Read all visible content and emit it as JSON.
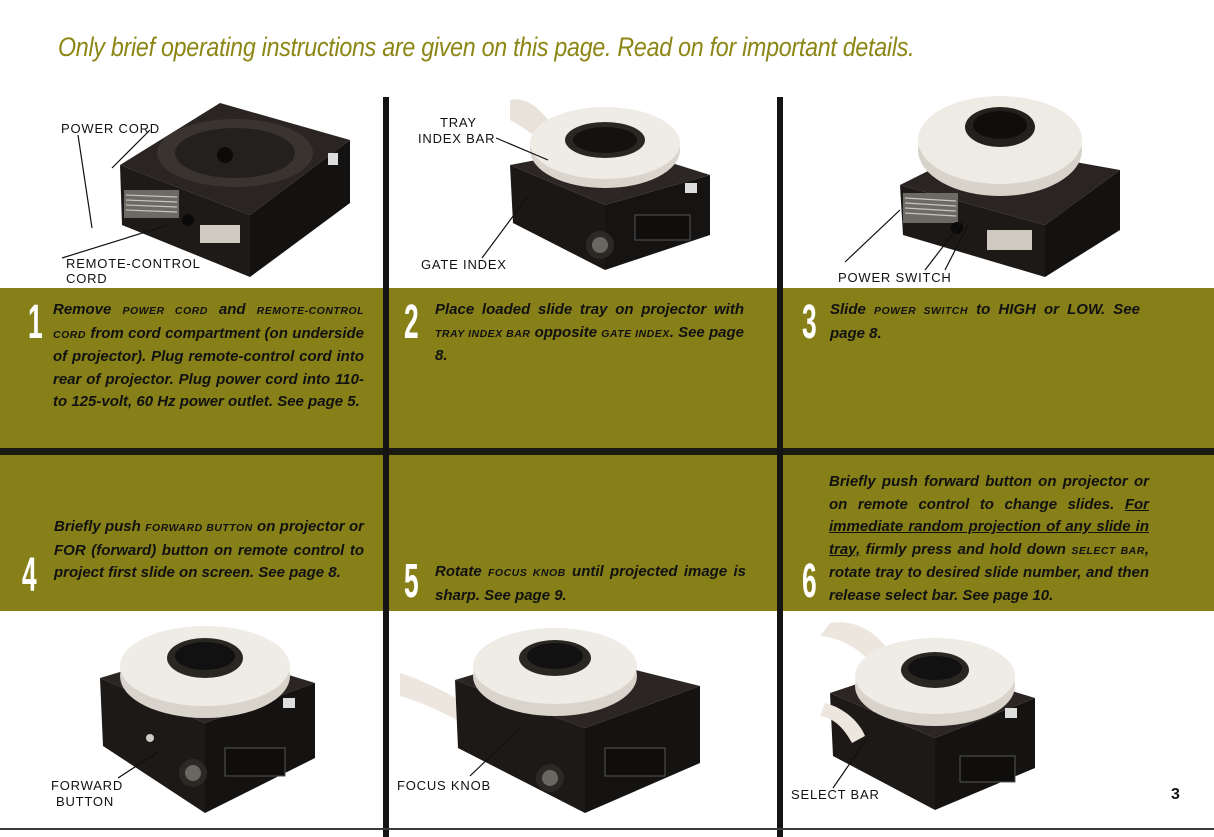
{
  "headline": "Only brief operating instructions are given on this page. Read on for important details.",
  "page_number": "3",
  "steps": [
    {
      "number": "1",
      "segments": [
        {
          "t": "Remove ",
          "s": "n"
        },
        {
          "t": "POWER CORD",
          "s": "sc"
        },
        {
          "t": " and ",
          "s": "n"
        },
        {
          "t": "REMOTE-CONTROL CORD",
          "s": "sc"
        },
        {
          "t": " from cord compartment (on underside of projector). Plug remote-control cord into rear of projector. Plug power cord into 110- to 125-volt, 60 Hz power outlet. See page 5.",
          "s": "n"
        }
      ]
    },
    {
      "number": "2",
      "segments": [
        {
          "t": "Place loaded slide tray on projector with ",
          "s": "n"
        },
        {
          "t": "TRAY INDEX BAR",
          "s": "sc"
        },
        {
          "t": " opposite ",
          "s": "n"
        },
        {
          "t": "GATE INDEX",
          "s": "sc"
        },
        {
          "t": ". See page 8.",
          "s": "n"
        }
      ]
    },
    {
      "number": "3",
      "segments": [
        {
          "t": "Slide ",
          "s": "n"
        },
        {
          "t": "POWER SWITCH",
          "s": "sc"
        },
        {
          "t": " to HIGH or LOW. See page 8.",
          "s": "n"
        }
      ]
    },
    {
      "number": "4",
      "segments": [
        {
          "t": "Briefly push ",
          "s": "n"
        },
        {
          "t": "FORWARD BUTTON",
          "s": "sc"
        },
        {
          "t": " on projector or FOR (forward) button on remote control to project first slide on screen. See page 8.",
          "s": "n"
        }
      ]
    },
    {
      "number": "5",
      "segments": [
        {
          "t": "Rotate ",
          "s": "n"
        },
        {
          "t": "FOCUS KNOB",
          "s": "sc"
        },
        {
          "t": " until projected image is sharp. See page 9.",
          "s": "n"
        }
      ]
    },
    {
      "number": "6",
      "segments": [
        {
          "t": "Briefly push forward button on projector or on remote control to change slides. ",
          "s": "n"
        },
        {
          "t": "For immediate random projection of any slide in tray,",
          "s": "u"
        },
        {
          "t": " firmly press and hold down ",
          "s": "n"
        },
        {
          "t": "SELECT BAR",
          "s": "sc"
        },
        {
          "t": ", rotate tray to desired slide number, and then release select bar. See page 10.",
          "s": "n"
        }
      ]
    }
  ],
  "labels": {
    "power_cord": "POWER CORD",
    "remote_control_cord_1": "REMOTE-CONTROL",
    "remote_control_cord_2": "CORD",
    "tray_index_bar_1": "TRAY",
    "tray_index_bar_2": "INDEX BAR",
    "gate_index": "GATE INDEX",
    "power_switch": "POWER SWITCH",
    "forward_button_1": "FORWARD",
    "forward_button_2": "BUTTON",
    "focus_knob": "FOCUS KNOB",
    "select_bar": "SELECT BAR"
  },
  "colors": {
    "olive_band": "#878019",
    "headline": "#8c8614",
    "divider": "#141414"
  }
}
